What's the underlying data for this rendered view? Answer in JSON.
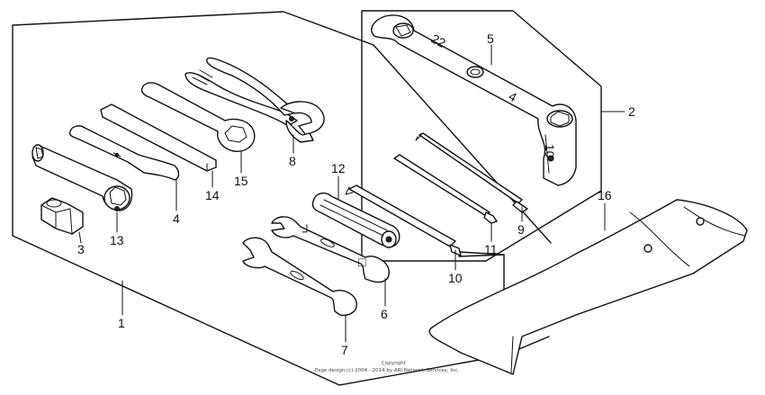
{
  "callouts": {
    "c1": "1",
    "c2": "2",
    "c3": "3",
    "c4": "4",
    "c5": "5",
    "c6": "6",
    "c7": "7",
    "c8": "8",
    "c9": "9",
    "c10": "10",
    "c11": "11",
    "c12": "12",
    "c13": "13",
    "c14": "14",
    "c15": "15",
    "c16": "16"
  },
  "wrench_markings": {
    "size_a": "22",
    "size_b": "4",
    "size_c": "10"
  },
  "copyright": {
    "line1": "Copyright",
    "line2": "Page design (c) 2004 - 2014 by ARI Network Services, Inc."
  }
}
